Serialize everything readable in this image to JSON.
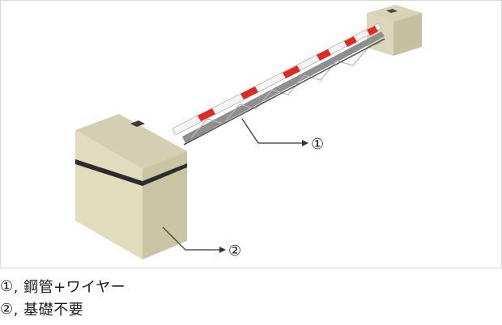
{
  "diagram": {
    "callout_1": "①",
    "callout_2": "②"
  },
  "legend": [
    {
      "mark": "①",
      "text": ", 鋼管+ワイヤー"
    },
    {
      "mark": "②",
      "text": ", 基礎不要"
    }
  ],
  "colors": {
    "block_front": "#e0dabd",
    "block_side": "#c9c2a2",
    "block_top": "#d3cdb1",
    "stripe_red": "#dd2a22",
    "pipe_white": "#f2f2f2",
    "pipe_shadow": "#9a9a9a"
  }
}
